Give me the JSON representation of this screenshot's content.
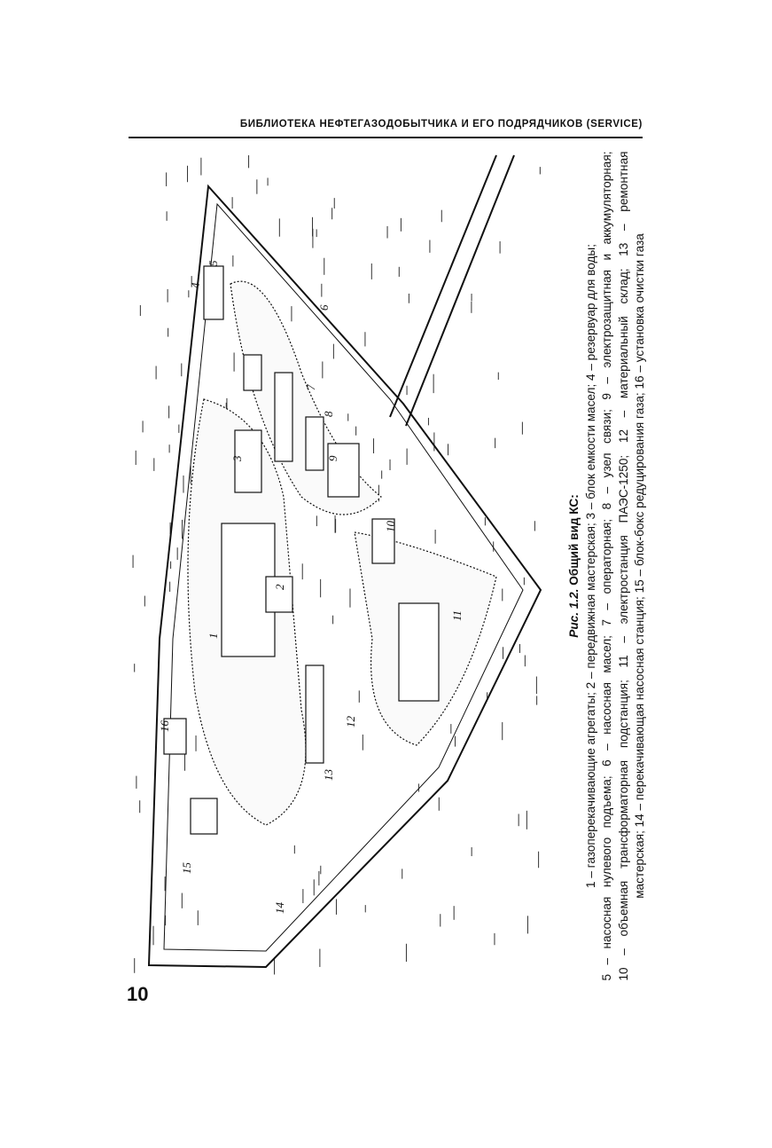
{
  "header": {
    "running_title": "БИБЛИОТЕКА НЕФТЕГАЗОДОБЫТЧИКА И ЕГО ПОДРЯДЧИКОВ (SERVICE)"
  },
  "page_number": "10",
  "figure": {
    "labels": [
      "1",
      "2",
      "3",
      "4",
      "5",
      "6",
      "7",
      "8",
      "9",
      "10",
      "11",
      "12",
      "13",
      "14",
      "15",
      "16"
    ],
    "caption_prefix": "Рис. 1.2.",
    "caption_title": "Общий вид КС:",
    "caption_lines": [
      "1 – газоперекачивающие агрегаты; 2 – передвижная мастерская; 3 – блок емкости масел; 4 – резервуар для воды;",
      "5 – насосная нулевого подъема; 6 – насосная масел; 7 – операторная; 8 – узел связи; 9 – электрозащитная и аккумуляторная;",
      "10 – объемная трансформаторная подстанция; 11 – электростанция ПАЭС-1250; 12 – материальный склад; 13 – ремонтная",
      "мастерская; 14 – перекачивающая насосная станция; 15 – блок-бокс редуцирования газа; 16 – установка очистки газа"
    ]
  }
}
